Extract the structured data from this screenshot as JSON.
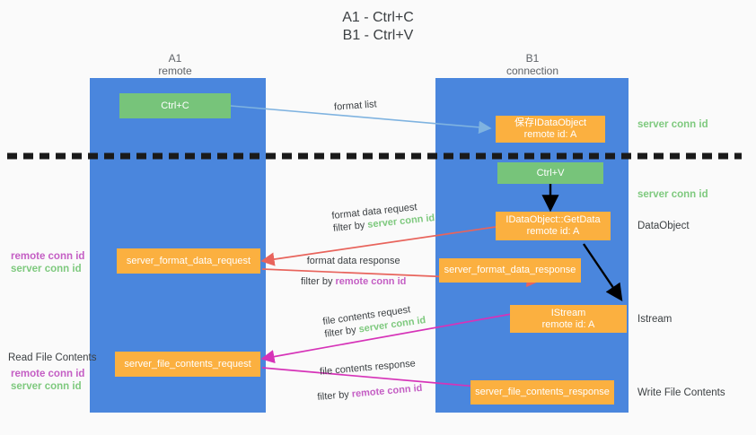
{
  "title": {
    "line1": "A1 - Ctrl+C",
    "line2": "B1 - Ctrl+V"
  },
  "colors": {
    "lane": "#4a86dd",
    "green_box": "#77c47a",
    "orange_box": "#fbb040",
    "arrow_format_list": "#7fb3e0",
    "arrow_format_data": "#e8645c",
    "arrow_file_contents": "#d633b8",
    "arrow_internal": "#000000",
    "remote_conn_id": "#c45ec4",
    "server_conn_id": "#7ec97e",
    "background": "#fafafa"
  },
  "columns": [
    {
      "name": "A1",
      "sub": "remote"
    },
    {
      "name": "B1",
      "sub": "connection"
    }
  ],
  "boxes": {
    "ctrl_c": {
      "line1": "Ctrl+C",
      "line2": ""
    },
    "ctrl_v": {
      "line1": "Ctrl+V",
      "line2": ""
    },
    "save_idataobject": {
      "line1": "保存IDataObject",
      "line2": "remote id: A"
    },
    "getdata": {
      "line1": "IDataObject::GetData",
      "line2": "remote id: A"
    },
    "istream": {
      "line1": "IStream",
      "line2": "remote id: A"
    },
    "server_format_data_request": {
      "line1": "server_format_data_request",
      "line2": ""
    },
    "server_format_data_response": {
      "line1": "server_format_data_response",
      "line2": ""
    },
    "server_file_contents_request": {
      "line1": "server_file_contents_request",
      "line2": ""
    },
    "server_file_contents_response": {
      "line1": "server_file_contents_response",
      "line2": ""
    }
  },
  "edge_labels": {
    "format_list": "format list",
    "format_data_request": "format data request",
    "format_data_request_filter_prefix": "filter by ",
    "format_data_request_filter_key": "server conn id",
    "format_data_response": "format data response",
    "format_data_response_filter_prefix": "filter by ",
    "format_data_response_filter_key": "remote conn id",
    "file_contents_request": "file contents request",
    "file_contents_request_filter_prefix": "filter by ",
    "file_contents_request_filter_key": "server conn id",
    "file_contents_response": "file contents response",
    "file_contents_response_filter_prefix": "filter by ",
    "file_contents_response_filter_key": "remote conn id"
  },
  "right_labels": {
    "server_conn_id_top": "server conn id",
    "server_conn_id_mid": "server conn id",
    "dataobject": "DataObject",
    "istream": "Istream",
    "write_file_contents": "Write File Contents"
  },
  "left_labels": {
    "remote_conn_id_1": "remote conn id",
    "server_conn_id_1": "server conn id",
    "read_file_contents": "Read File Contents",
    "remote_conn_id_2": "remote conn id",
    "server_conn_id_2": "server conn id"
  }
}
